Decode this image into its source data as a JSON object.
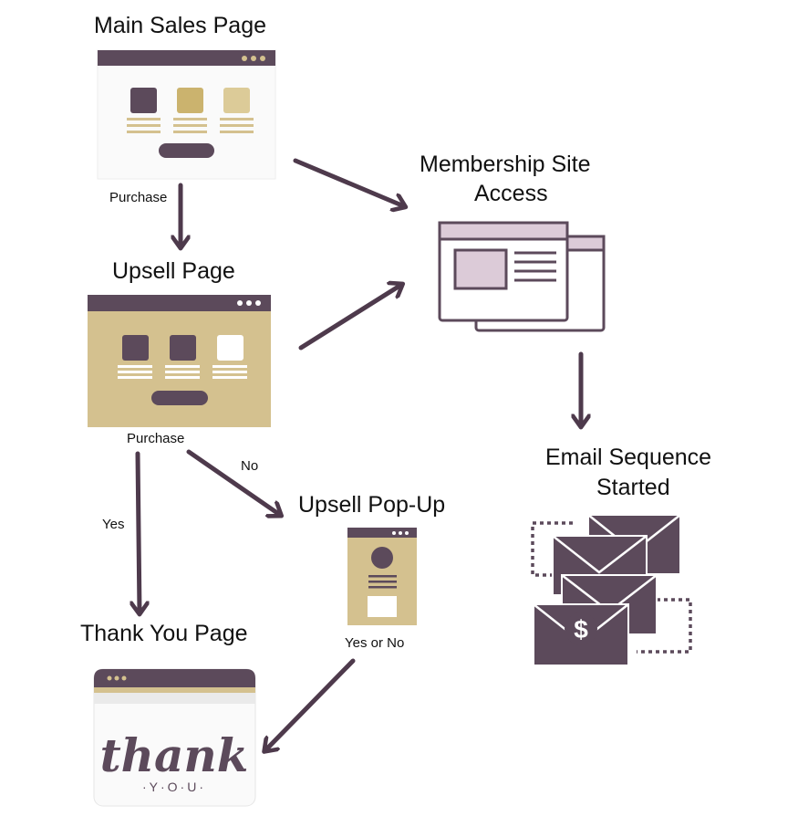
{
  "colors": {
    "plum": "#5c4a5b",
    "gold": "#d4c18f",
    "gold_dark": "#cbb36e",
    "gold_light": "#dccb98",
    "lilac": "#dccbd8",
    "paper": "#fafafa"
  },
  "nodes": {
    "main_sales": {
      "title": "Main Sales Page"
    },
    "upsell": {
      "title": "Upsell Page"
    },
    "membership": {
      "title_line1": "Membership Site",
      "title_line2": "Access"
    },
    "email": {
      "title_line1": "Email Sequence",
      "title_line2": "Started",
      "dollar": "$"
    },
    "popup": {
      "title": "Upsell Pop-Up"
    },
    "thank_you": {
      "title": "Thank You Page",
      "script_word": "thank",
      "sub_word": "·Y·O·U·"
    }
  },
  "edges": {
    "purchase_1": "Purchase",
    "purchase_2": "Purchase",
    "no": "No",
    "yes": "Yes",
    "yes_or_no": "Yes or No"
  }
}
